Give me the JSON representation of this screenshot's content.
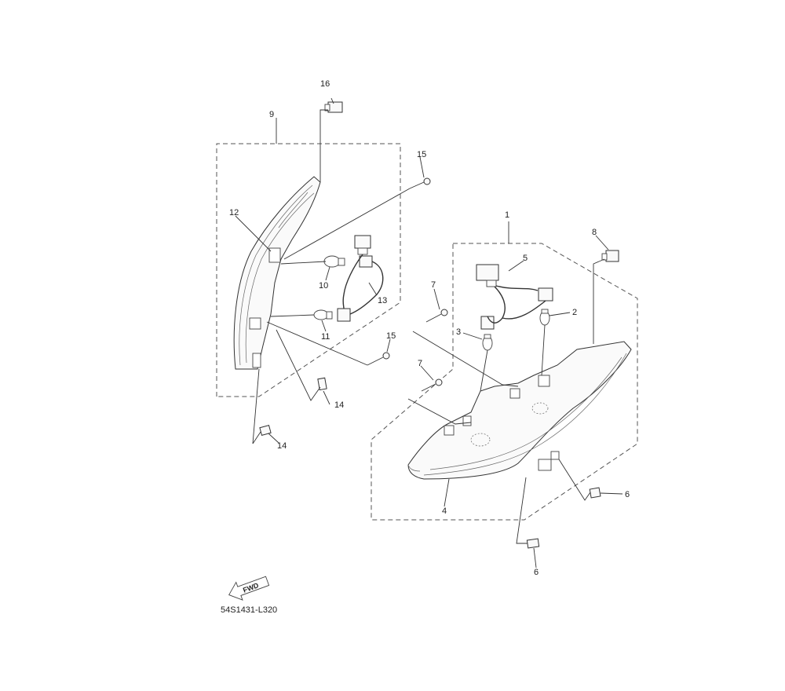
{
  "parts": [
    {
      "id": "1",
      "label": "1"
    },
    {
      "id": "2",
      "label": "2"
    },
    {
      "id": "3",
      "label": "3"
    },
    {
      "id": "4",
      "label": "4"
    },
    {
      "id": "5",
      "label": "5"
    },
    {
      "id": "6a",
      "label": "6"
    },
    {
      "id": "6b",
      "label": "6"
    },
    {
      "id": "7a",
      "label": "7"
    },
    {
      "id": "7b",
      "label": "7"
    },
    {
      "id": "8",
      "label": "8"
    },
    {
      "id": "9",
      "label": "9"
    },
    {
      "id": "10",
      "label": "10"
    },
    {
      "id": "11",
      "label": "11"
    },
    {
      "id": "12",
      "label": "12"
    },
    {
      "id": "13",
      "label": "13"
    },
    {
      "id": "14a",
      "label": "14"
    },
    {
      "id": "14b",
      "label": "14"
    },
    {
      "id": "15a",
      "label": "15"
    },
    {
      "id": "15b",
      "label": "15"
    },
    {
      "id": "16",
      "label": "16"
    }
  ],
  "fwd_label": "FWD",
  "diagram_code": "54S1431-L320",
  "icons": {
    "forward_arrow": "fwd-arrow-icon"
  }
}
